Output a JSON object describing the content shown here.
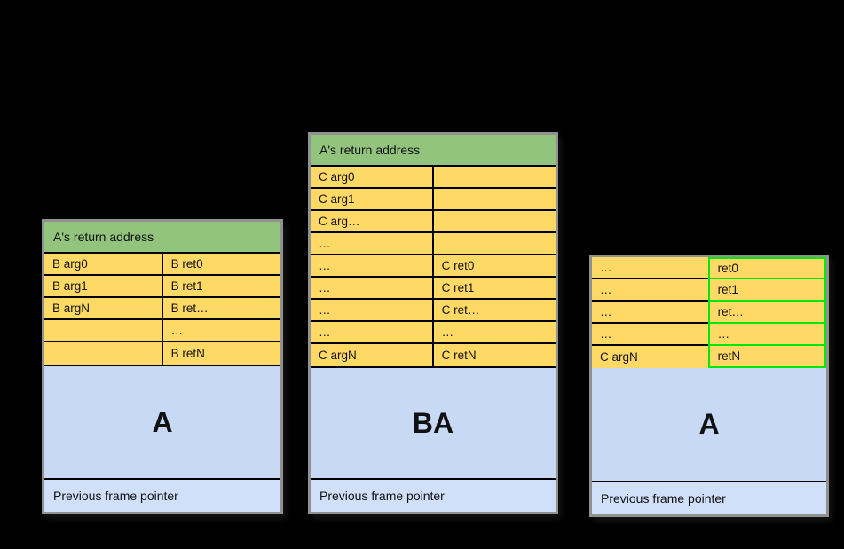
{
  "colors": {
    "background": "#000000",
    "header_green": "#93c47d",
    "slot_yellow": "#ffd966",
    "frame_blue": "#c8d9f6",
    "footer_blue": "#cfe0f8",
    "table_border_gray": "#919191",
    "cell_border_black": "#000000",
    "highlight_green": "#00e70a"
  },
  "tables": [
    {
      "position": "left",
      "header": "A's return address",
      "rows": [
        [
          "B arg0",
          "B ret0"
        ],
        [
          "B arg1",
          "B ret1"
        ],
        [
          "B argN",
          "B ret…"
        ],
        [
          "",
          "…"
        ],
        [
          "",
          "B retN"
        ]
      ],
      "frame_label": "A",
      "footer": "Previous frame pointer",
      "highlight_right": false
    },
    {
      "position": "middle",
      "header": "A's return address",
      "rows": [
        [
          "C arg0",
          ""
        ],
        [
          "C arg1",
          ""
        ],
        [
          "C arg…",
          ""
        ],
        [
          "…",
          ""
        ],
        [
          "…",
          "C ret0"
        ],
        [
          "…",
          "C ret1"
        ],
        [
          "…",
          "C ret…"
        ],
        [
          "…",
          "…"
        ],
        [
          "C argN",
          "C retN"
        ]
      ],
      "frame_label": "BA",
      "footer": "Previous frame pointer",
      "highlight_right": false
    },
    {
      "position": "right",
      "header": null,
      "rows": [
        [
          "…",
          "ret0"
        ],
        [
          "…",
          "ret1"
        ],
        [
          "…",
          "ret…"
        ],
        [
          "…",
          "…"
        ],
        [
          "C argN",
          "retN"
        ]
      ],
      "frame_label": "A",
      "footer": "Previous frame pointer",
      "highlight_right": true
    }
  ]
}
